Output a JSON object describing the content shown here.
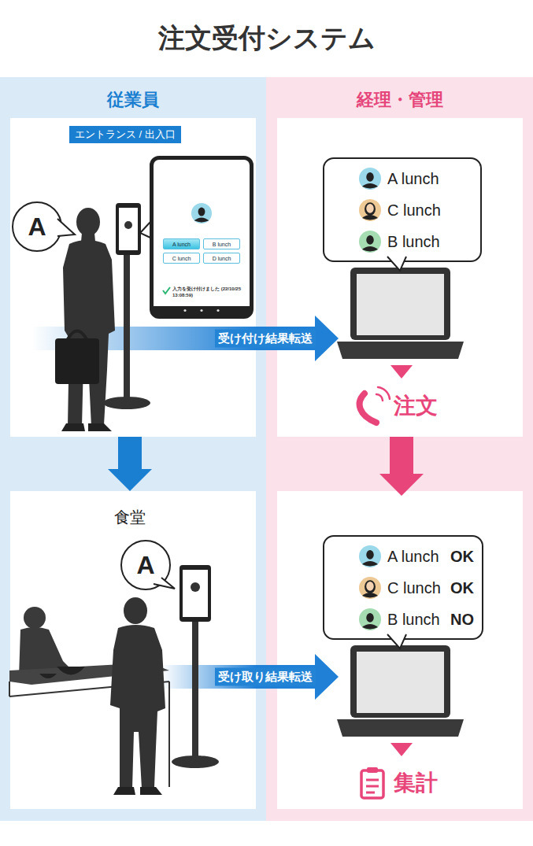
{
  "diagram": {
    "title": "注文受付システム",
    "nodes": [
      {
        "text": [
          "従業員"
        ]
      },
      {
        "text": [
          "経理・管理"
        ]
      },
      {
        "text": [
          "エントランス / 出入口"
        ],
        "in": 0
      },
      {
        "text": [
          "A"
        ],
        "in": 2
      },
      {
        "text": [
          "入力を受け付けました (22/10/25 13:08:59)"
        ],
        "in": 2
      },
      {
        "text": [
          "A lunch"
        ],
        "in": 4
      },
      {
        "text": [
          "B lunch"
        ],
        "in": 4
      },
      {
        "text": [
          "C lunch"
        ],
        "in": 4
      },
      {
        "text": [
          "D lunch"
        ],
        "in": 4
      },
      {
        "text": [
          "注文"
        ],
        "in": 1
      },
      {
        "text": [
          "A lunch",
          "C lunch",
          "B lunch"
        ],
        "in": 9
      },
      {
        "text": [
          "食堂"
        ],
        "in": 0
      },
      {
        "text": [
          "A"
        ],
        "in": 11
      },
      {
        "text": [
          "集計"
        ],
        "in": 1
      },
      {
        "text": [
          "A lunch",
          "OK",
          "C lunch",
          "OK",
          "B lunch",
          "NO"
        ],
        "in": 13
      }
    ],
    "edges": [
      {
        "from": 2,
        "to": 9,
        "label": "受け付け結果転送",
        "arrow": "to"
      },
      {
        "from": 2,
        "to": 11,
        "arrow": "to"
      },
      {
        "from": 9,
        "to": 13,
        "arrow": "to"
      },
      {
        "from": 11,
        "to": 13,
        "label": "受け取り結果転送",
        "arrow": "to"
      }
    ]
  }
}
